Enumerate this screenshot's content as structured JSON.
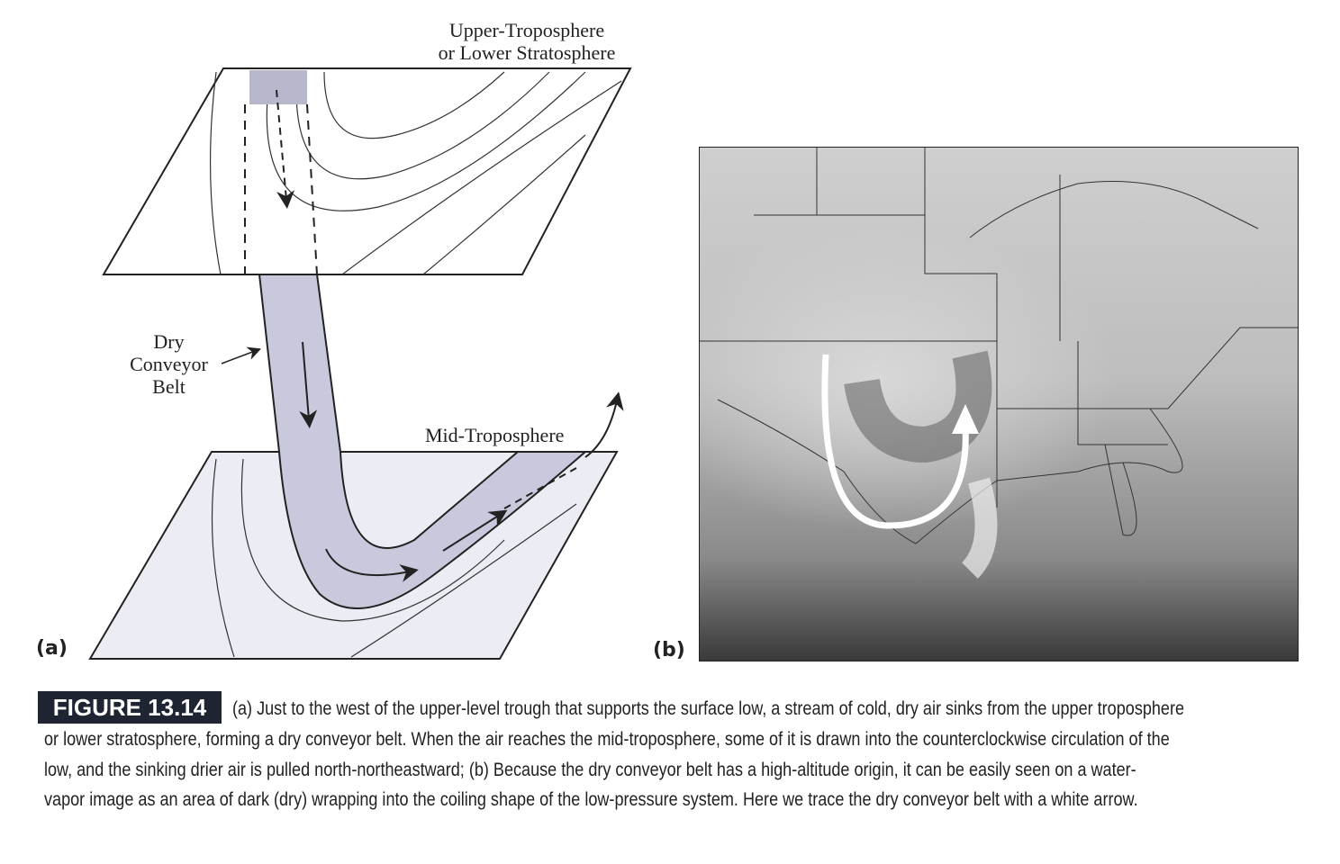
{
  "panel_a": {
    "label": "(a)",
    "top_plane_label": [
      "Upper-Troposphere",
      "or Lower Stratosphere"
    ],
    "belt_label": [
      "Dry",
      "Conveyor",
      "Belt"
    ],
    "mid_plane_label": "Mid-Troposphere"
  },
  "panel_b": {
    "label": "(b)"
  },
  "caption": {
    "figure_number": "FIGURE 13.14",
    "lines": [
      "(a) Just to the west of the upper-level trough that supports the surface low, a stream of cold, dry air sinks from the upper troposphere",
      "or lower stratosphere, forming a dry conveyor belt. When the air reaches the mid-troposphere, some of it is drawn into the counterclockwise circulation of the",
      "low, and the sinking drier air is pulled north-northeastward; (b) Because the dry conveyor belt has a high-altitude origin, it can be easily seen on a water-",
      "vapor image as an area of dark (dry) wrapping into the coiling shape of the low-pressure system. Here we trace the dry conveyor belt with a white arrow."
    ]
  }
}
